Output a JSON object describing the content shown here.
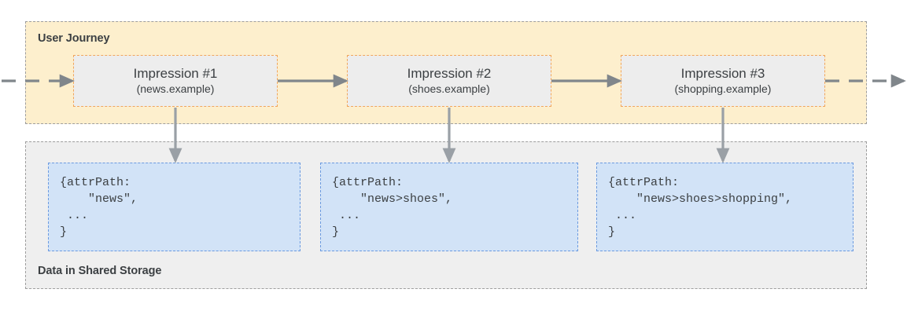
{
  "diagram": {
    "title_semantic": "user-journey-shared-storage-attrpath-diagram",
    "colors": {
      "journey_background": "#fdefcd",
      "storage_background": "#efefef",
      "container_border": "#9e9e9e",
      "impression_border": "#f2a65a",
      "impression_background": "#ededed",
      "data_border": "#6b9ae0",
      "data_background": "#d2e3f7",
      "arrow": "#80868b",
      "text": "#3c4043"
    }
  },
  "journey": {
    "label": "User Journey",
    "impressions": [
      {
        "title": "Impression #1",
        "site": "(news.example)"
      },
      {
        "title": "Impression #2",
        "site": "(shoes.example)"
      },
      {
        "title": "Impression #3",
        "site": "(shopping.example)"
      }
    ]
  },
  "storage": {
    "label": "Data in Shared Storage",
    "entries": [
      {
        "code": "{attrPath:\n    \"news\",\n ...\n}"
      },
      {
        "code": "{attrPath:\n    \"news>shoes\",\n ...\n}"
      },
      {
        "code": "{attrPath:\n    \"news>shoes>shopping\",\n ...\n}"
      }
    ]
  },
  "arrows": {
    "entry": "dashed-arrow-into-impression-1",
    "between_1_2": "solid-arrow",
    "between_2_3": "solid-arrow",
    "exit": "dashed-arrow-out-of-impression-3",
    "down_1": "solid-arrow-impression-1-to-data-1",
    "down_2": "solid-arrow-impression-2-to-data-2",
    "down_3": "solid-arrow-impression-3-to-data-3"
  }
}
